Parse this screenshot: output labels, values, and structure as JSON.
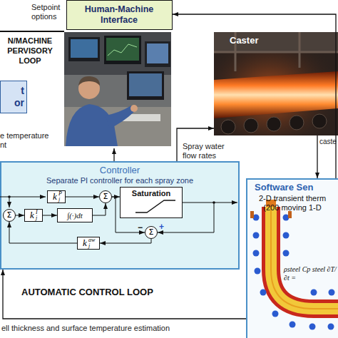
{
  "diagram": {
    "nodes": [
      {
        "text": [
          "Human-Machine Interface"
        ]
      },
      {
        "text": [
          "t or"
        ]
      },
      {
        "text": [
          "Caster"
        ]
      },
      {
        "text": [
          "Controller",
          "Separate PI controller for each spray zone"
        ]
      },
      {
        "text": [
          "k",
          "j",
          "P"
        ],
        "in": 3
      },
      {
        "text": [
          "Σ"
        ],
        "in": 3
      },
      {
        "text": [
          "Saturation"
        ],
        "in": 3
      },
      {
        "text": [
          "Σ"
        ],
        "in": 3
      },
      {
        "text": [
          "k",
          "j",
          "I"
        ],
        "in": 3
      },
      {
        "text": [
          "∫(·)dt"
        ],
        "in": 3
      },
      {
        "text": [
          "Σ"
        ],
        "in": 3
      },
      {
        "text": [
          "k",
          "j",
          "aw"
        ],
        "in": 3
      },
      {
        "text": [
          "Software Sen",
          "2-D transient therm (200 moving 1-D"
        ]
      }
    ],
    "edges": [
      {
        "from": 12,
        "to": 0,
        "arrow": "to"
      },
      {
        "from": 3,
        "to": 2,
        "label": "Spray water flow rates",
        "arrow": "to"
      },
      {
        "from": 2,
        "to": 12,
        "label": "caste",
        "arrow": "to"
      },
      {
        "from": 12,
        "to": 3,
        "label": "ell thickness and surface temperature estimation",
        "arrow": "to"
      },
      {
        "from": 7,
        "to": 8,
        "arrow": "to"
      },
      {
        "from": 8,
        "to": 9,
        "arrow": "to"
      },
      {
        "from": 9,
        "to": 5,
        "arrow": "to"
      },
      {
        "from": 4,
        "to": 5,
        "arrow": "to"
      },
      {
        "from": 5,
        "to": 6,
        "arrow": "to"
      },
      {
        "from": 5,
        "to": 10,
        "arrow": "to"
      },
      {
        "from": 6,
        "to": 10,
        "arrow": "to"
      },
      {
        "from": 10,
        "to": 11,
        "arrow": "to"
      },
      {
        "from": 11,
        "to": 7,
        "arrow": "to"
      }
    ],
    "labels": [
      "Setpoint options",
      "N/MACHINE PERVISORY LOOP",
      "e temperature nt",
      "AUTOMATIC CONTROL LOOP",
      "−",
      "+",
      "ρsteel Cp steel ∂T/∂t ="
    ]
  }
}
